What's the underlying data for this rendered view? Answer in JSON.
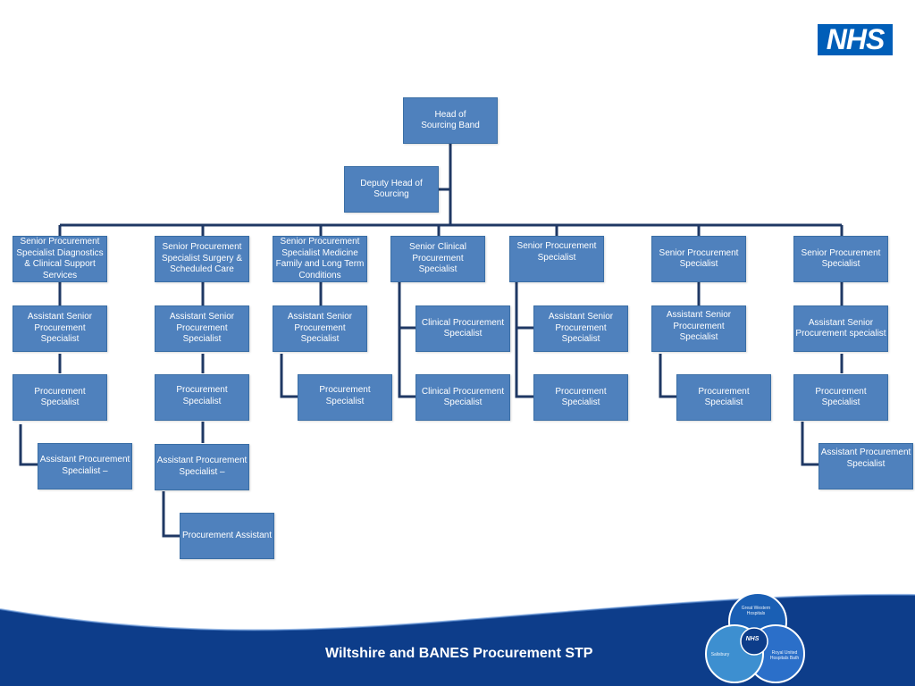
{
  "logo": {
    "text": "NHS"
  },
  "boxes": {
    "head": "Head of Sourcing Band",
    "deputy": "Deputy Head of Sourcing",
    "sps_diag": "Senior Procurement Specialist Diagnostics & Clinical Support Services",
    "sps_surgery": "Senior Procurement Specialist Surgery & Scheduled Care",
    "sps_medicine": "Senior Procurement Specialist Medicine Family and Long Term Conditions",
    "scps": "Senior Clinical Procurement Specialist",
    "sps5": "Senior Procurement Specialist",
    "sps6": "Senior Procurement Specialist",
    "sps7": "Senior Procurement Specialist",
    "asps1": "Assistant Senior Procurement Specialist",
    "asps2": "Assistant Senior Procurement Specialist",
    "asps3": "Assistant Senior Procurement Specialist",
    "cps1": "Clinical Procurement Specialist",
    "asps5": "Assistant Senior Procurement Specialist",
    "asps6": "Assistant Senior Procurement Specialist",
    "asps7": "Assistant Senior Procurement specialist",
    "ps1": "Procurement Specialist",
    "ps2": "Procurement Specialist",
    "ps3": "Procurement Specialist",
    "cps2": "Clinical Procurement Specialist",
    "ps5": "Procurement Specialist",
    "ps6": "Procurement Specialist",
    "ps7": "Procurement Specialist",
    "aps1": "Assistant Procurement Specialist –",
    "aps2": "Assistant Procurement Specialist –",
    "aps7": "Assistant Procurement Specialist",
    "pa2": "Procurement Assistant"
  },
  "footer": {
    "title": "Wiltshire and BANES Procurement STP"
  },
  "emblem": {
    "center_text": "NHS",
    "seg_top": "Great Western Hospitals",
    "seg_right": "Royal United Hospitals Bath",
    "seg_left": "Salisbury"
  },
  "colors": {
    "box_fill": "#4f81bd",
    "box_border": "#3a6ea5",
    "connector": "#1f3864",
    "nhs_blue": "#005eb8",
    "footer_blue": "#0d3d8a"
  }
}
